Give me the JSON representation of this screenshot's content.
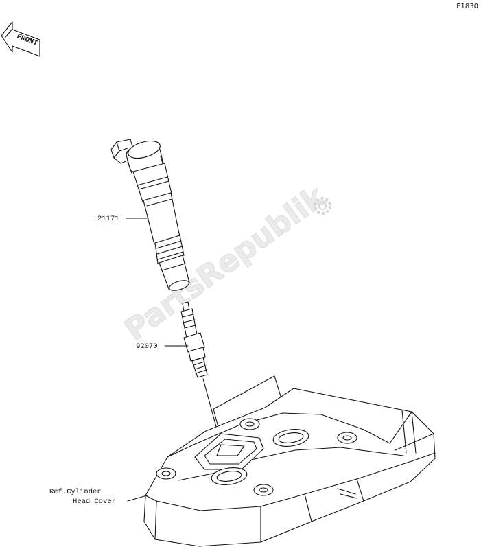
{
  "diagram_code": "E1830",
  "front_arrow": {
    "label": "FRONT",
    "icon": "front-arrow-icon"
  },
  "watermark": "PartsRepublik",
  "parts": [
    {
      "number": "21171"
    },
    {
      "number": "92070"
    }
  ],
  "reference": {
    "line1": "Ref.Cylinder",
    "line2": "Head Cover"
  }
}
